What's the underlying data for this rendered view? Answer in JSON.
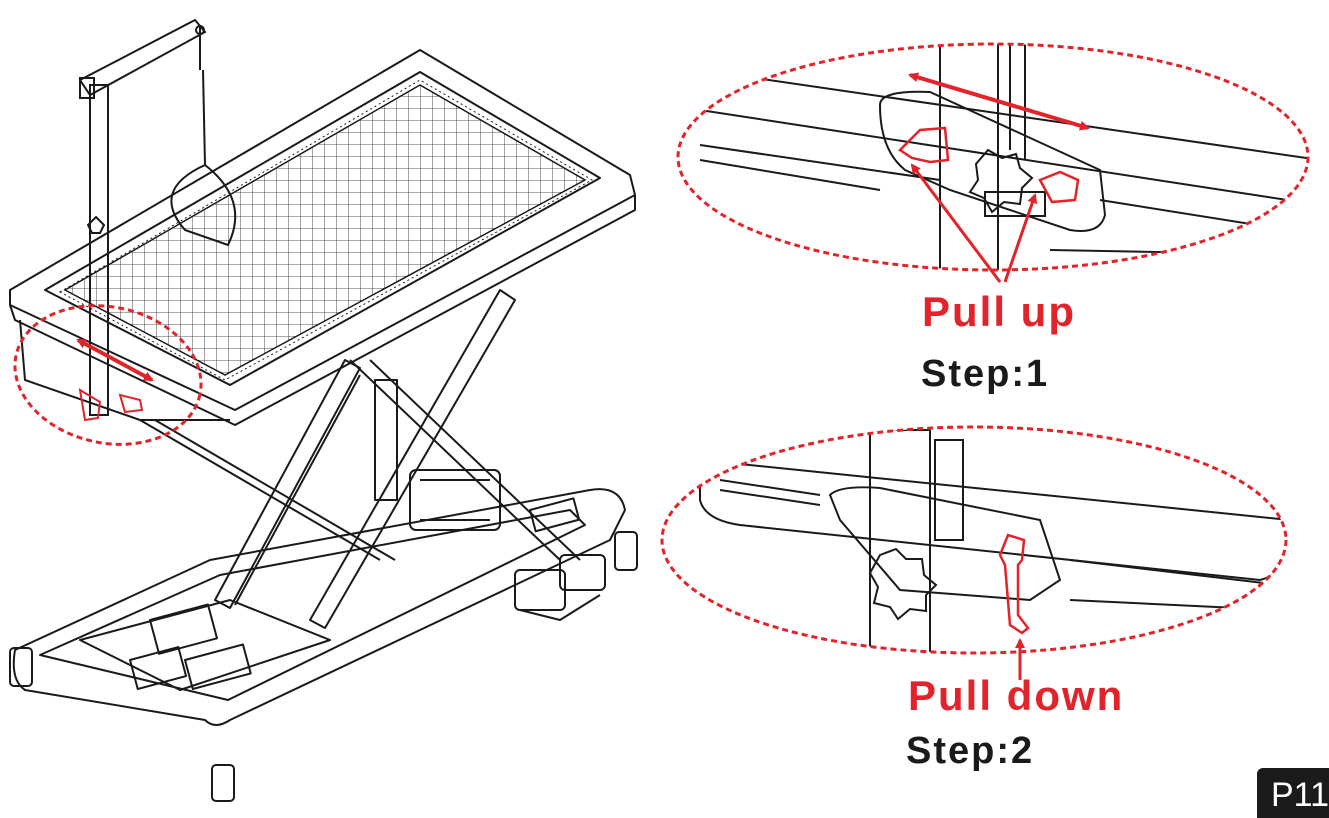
{
  "labels": {
    "pull_up": "Pull up",
    "step1": "Step:1",
    "pull_down": "Pull down",
    "step2": "Step:2",
    "page_number": "P11"
  },
  "colors": {
    "callout_red": "#e2232a",
    "line": "#1a1a1a",
    "page_badge": "#1b1b1b"
  },
  "icons": [
    "star-knob-icon",
    "lever-clamp-icon",
    "double-arrow-icon"
  ]
}
